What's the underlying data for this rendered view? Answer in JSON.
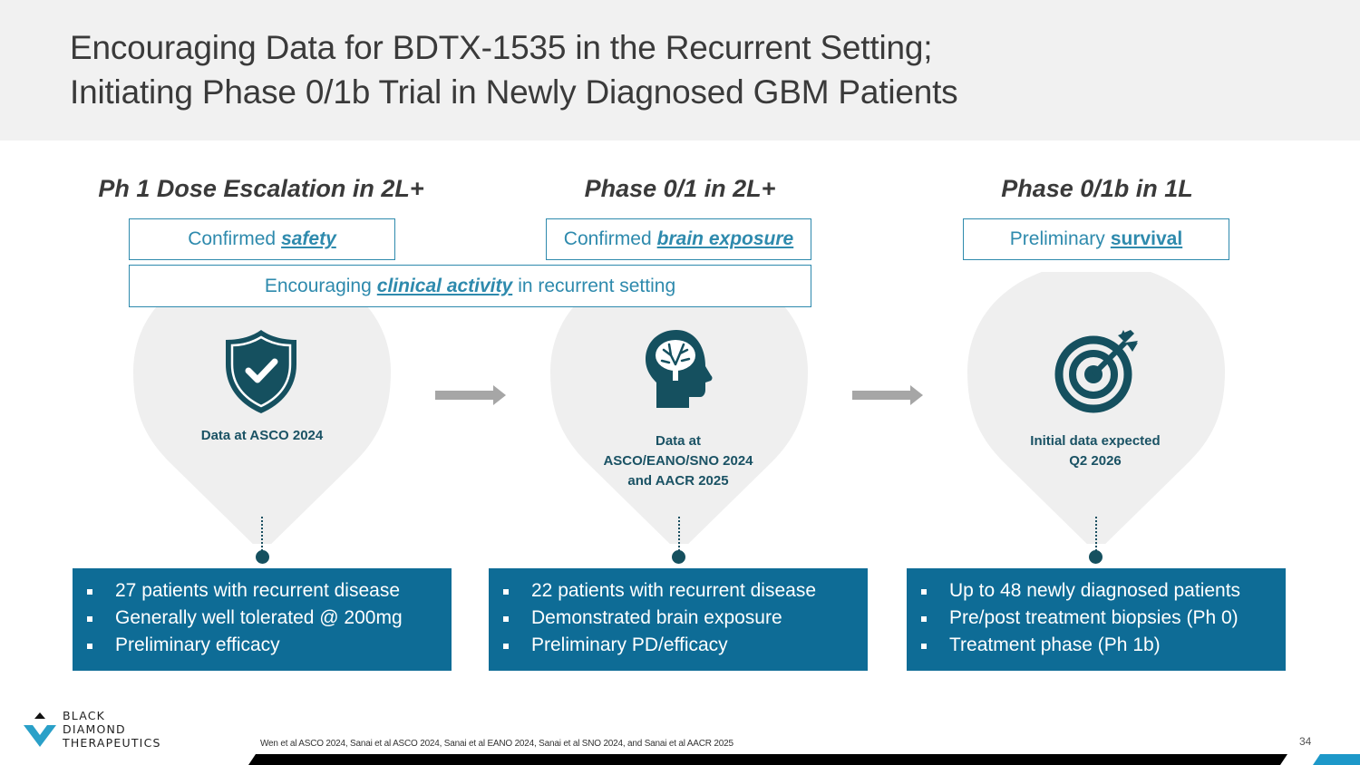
{
  "header": {
    "title_line1": "Encouraging Data for BDTX-1535 in the Recurrent Setting;",
    "title_line2": "Initiating Phase 0/1b Trial in Newly Diagnosed GBM Patients"
  },
  "phases": [
    {
      "title": "Ph 1 Dose Escalation in 2L+",
      "box_prefix": "Confirmed",
      "box_emphasis": "safety",
      "icon": "shield-check-icon",
      "caption_lines": [
        "Data at ASCO 2024"
      ],
      "bullets": [
        "27 patients with recurrent disease",
        "Generally well tolerated @ 200mg",
        "Preliminary efficacy"
      ]
    },
    {
      "title": "Phase 0/1 in 2L+",
      "box_prefix": "Confirmed",
      "box_emphasis": "brain exposure",
      "icon": "brain-head-icon",
      "caption_lines": [
        "Data at",
        "ASCO/EANO/SNO 2024",
        "and AACR 2025"
      ],
      "bullets": [
        "22 patients with recurrent disease",
        "Demonstrated brain exposure",
        "Preliminary PD/efficacy"
      ]
    },
    {
      "title": "Phase 0/1b in 1L",
      "box_prefix": "Preliminary",
      "box_emphasis": "survival",
      "icon": "target-arrow-icon",
      "caption_lines": [
        "Initial data expected",
        "Q2 2026"
      ],
      "bullets": [
        "Up to 48 newly diagnosed patients",
        "Pre/post treatment biopsies (Ph 0)",
        "Treatment phase (Ph 1b)"
      ]
    }
  ],
  "shared_box": {
    "prefix": "Encouraging",
    "emphasis": "clinical activity",
    "suffix": "in recurrent setting"
  },
  "footer": {
    "logo_lines": [
      "BLACK",
      "DIAMOND",
      "THERAPEUTICS"
    ],
    "references": "Wen et al ASCO 2024, Sanai et al ASCO 2024, Sanai et al EANO 2024, Sanai et al SNO 2024, and Sanai et al AACR 2025",
    "page_number": "34"
  },
  "colors": {
    "accent_blue": "#0e6c96",
    "box_border": "#2e8aad",
    "icon_teal": "#15505f",
    "pin_gray": "#efefef",
    "arrow_gray": "#a6a6a6",
    "logo_diamond": "#2aa0c8"
  }
}
